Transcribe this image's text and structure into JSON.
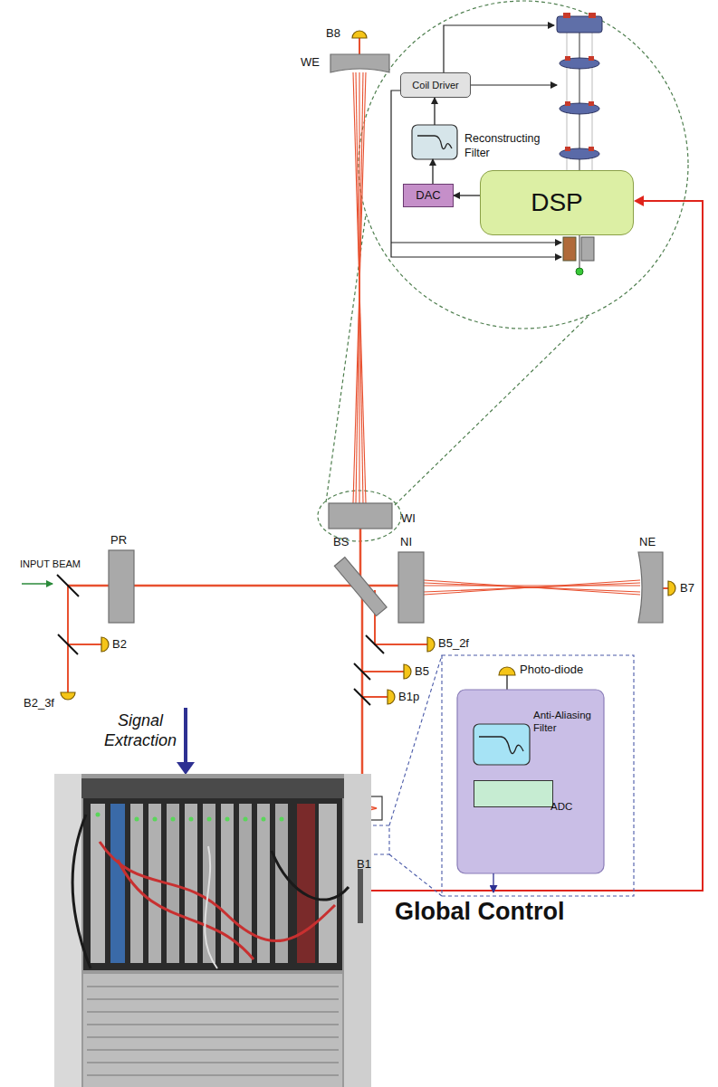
{
  "diagram": {
    "nodes": [
      {
        "text": [
          "Coil Driver"
        ]
      },
      {
        "text": [
          "Reconstructing Filter"
        ]
      },
      {
        "text": [
          "DAC"
        ]
      },
      {
        "text": [
          "DSP"
        ]
      },
      {
        "text": [
          "Anti-Aliasing Filter"
        ]
      },
      {
        "text": [
          "ADC"
        ],
        "in": 4
      }
    ],
    "edges": [
      {
        "from": 3,
        "to": 2,
        "arrow": "to"
      },
      {
        "from": 2,
        "to": 1,
        "arrow": "to"
      },
      {
        "from": 1,
        "to": 0,
        "arrow": "to"
      }
    ],
    "labels": [
      "B8",
      "WE",
      "WI",
      "INPUT BEAM",
      "PR",
      "BS",
      "NI",
      "NE",
      "B7",
      "B2",
      "B2_3f",
      "B5_2f",
      "B5",
      "B1p",
      "B1",
      "Photo-diode",
      "Signal Extraction",
      "Global Control"
    ]
  }
}
